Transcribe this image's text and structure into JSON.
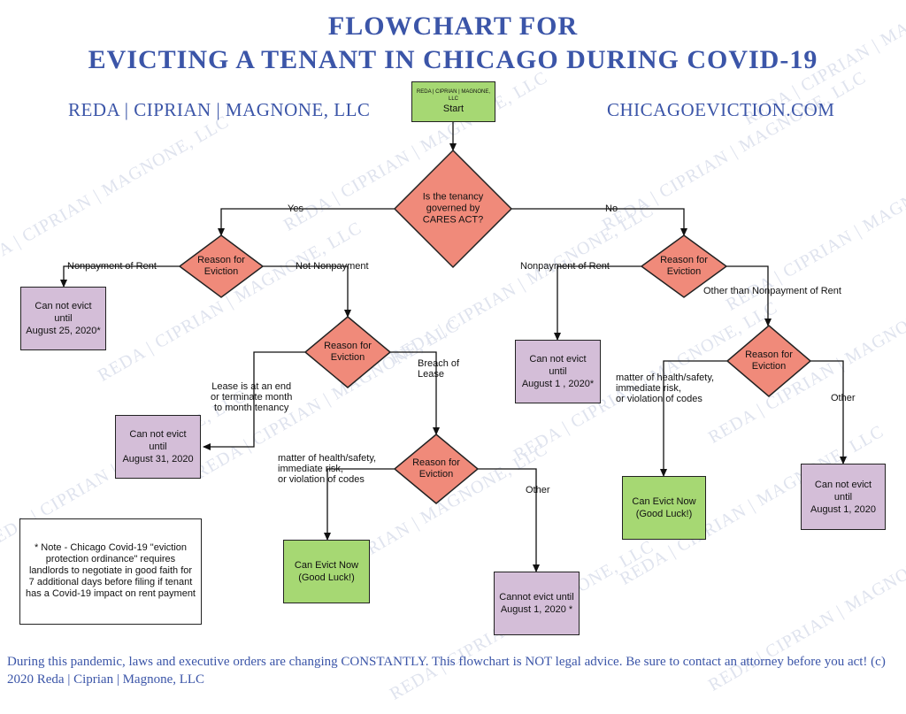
{
  "title": {
    "line1": "FLOWCHART FOR",
    "line2": "EVICTING A TENANT IN CHICAGO DURING COVID-19"
  },
  "header": {
    "firm": "REDA | CIPRIAN | MAGNONE, LLC",
    "website": "CHICAGOEVICTION.COM"
  },
  "watermark": "REDA | CIPRIAN | MAGNONE, LLC",
  "colors": {
    "heading": "#3b55a8",
    "start_fill": "#a6d873",
    "decision_fill": "#f08a7a",
    "cannot_fill": "#d4bed8",
    "can_fill": "#a6d873"
  },
  "nodes": {
    "start": {
      "firm": "REDA | CIPRIAN | MAGNONE, LLC",
      "label": "Start"
    },
    "cares": "Is the tenancy\ngoverned by\nCARES ACT?",
    "reason_yes": "Reason for\nEviction",
    "reason_no": "Reason for\nEviction",
    "reason_not_nonpay": "Reason for\nEviction",
    "reason_other_than_nonpay": "Reason for\nEviction",
    "reason_breach": "Reason for\nEviction",
    "cannot_aug25": "Can not evict until\nAugust 25, 2020*",
    "cannot_aug31": "Can not evict until\nAugust 31, 2020",
    "cannot_aug1_mid": "Can not evict until\nAugust 1 , 2020*",
    "cannot_aug1_bottom": "Cannot evict until\nAugust 1, 2020 *",
    "cannot_aug1_right": "Can not evict until\nAugust 1, 2020",
    "can_evict_mid": "Can Evict Now\n(Good Luck!)",
    "can_evict_right": "Can Evict Now\n(Good Luck!)"
  },
  "edge_labels": {
    "yes": "Yes",
    "no": "No",
    "nonpay_left": "Nonpayment of Rent",
    "not_nonpay": "Not Nonpayment",
    "nonpay_right": "Nonpayment of Rent",
    "other_than_nonpay": "Other than Nonpayment of Rent",
    "lease_end": "Lease is at an end\nor terminate month\nto month tenancy",
    "breach": "Breach of\nLease",
    "health_mid": "matter of health/safety,\nimmediate risk,\nor violation of codes",
    "other_mid": "Other",
    "health_right": "matter of health/safety,\nimmediate risk,\nor violation of codes",
    "other_right": "Other"
  },
  "note": "* Note - Chicago Covid-19 \"eviction protection ordinance\" requires landlords to negotiate in good faith for 7 additional days before filing if tenant has a Covid-19 impact on rent payment",
  "footer": "During this pandemic, laws and executive orders are changing CONSTANTLY.  This flowchart is NOT legal advice.  Be sure to contact an attorney before you act!  (c) 2020 Reda | Ciprian | Magnone, LLC"
}
